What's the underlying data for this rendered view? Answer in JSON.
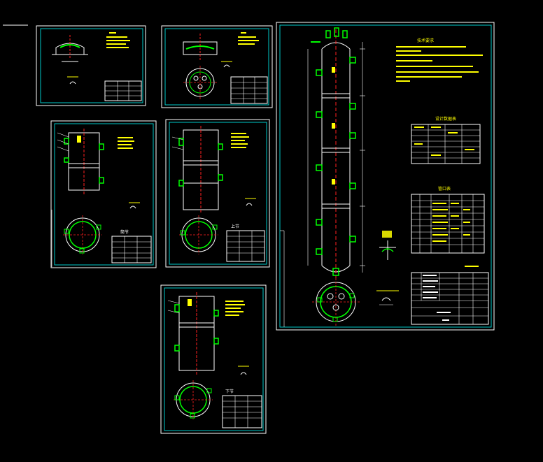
{
  "colors": {
    "background": "#000000",
    "frame": "#00c8c8",
    "outline": "#ffffff",
    "annotation": "#ffff00",
    "centerline": "#ff2020",
    "equipment": "#00ff00"
  },
  "sheets": [
    {
      "name": "top-head-sheet",
      "labels": []
    },
    {
      "name": "nozzle-cover-sheet",
      "labels": []
    },
    {
      "name": "shell-section-1-sheet",
      "labels": [
        "筒节"
      ]
    },
    {
      "name": "shell-section-2-sheet",
      "labels": [
        "上节"
      ]
    },
    {
      "name": "shell-section-3-sheet",
      "labels": [
        "下节"
      ]
    },
    {
      "name": "assembly-sheet",
      "labels": [
        "技术要求",
        "设计数据表",
        "管口表"
      ]
    }
  ]
}
